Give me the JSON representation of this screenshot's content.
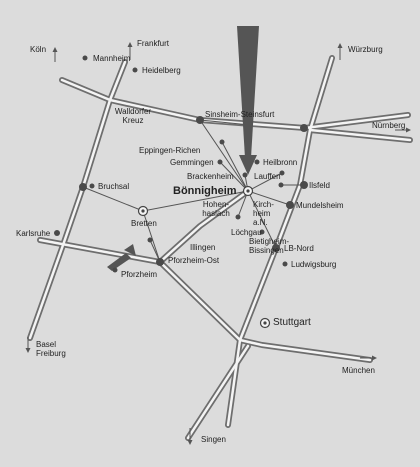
{
  "map": {
    "highlight": "Bönnigheim",
    "cities": {
      "koeln": "Köln",
      "mannheim": "Mannheim",
      "frankfurt": "Frankfurt",
      "heidelberg": "Heidelberg",
      "wuerzburg": "Würzburg",
      "nuernberg": "Nürnberg",
      "walldorfer_kreuz_1": "Walldorfer",
      "walldorfer_kreuz_2": "Kreuz",
      "sinsheim": "Sinsheim-Steinsfurt",
      "eppingen": "Eppingen-Richen",
      "gemmingen": "Gemmingen",
      "heilbronn": "Heilbronn",
      "brackenheim": "Brackenheim",
      "lauffen": "Lauffen",
      "ilsfeld": "Ilsfeld",
      "bruchsal": "Bruchsal",
      "hohenhaslach_1": "Hohen-",
      "hohenhaslach_2": "haslach",
      "kirchheim_1": "Kirch-",
      "kirchheim_2": "heim",
      "kirchheim_3": "a.N.",
      "mundelsheim": "Mundelsheim",
      "bretten": "Bretten",
      "karlsruhe": "Karlsruhe",
      "loechgau": "Löchgau",
      "bietigheim_1": "Bietigheim-",
      "bietigheim_2": "Bissingen",
      "illingen": "Illingen",
      "pforzheim_ost": "Pforzheim-Ost",
      "lb_nord": "LB-Nord",
      "ludwigsburg": "Ludwigsburg",
      "pforzheim": "Pforzheim",
      "stuttgart": "Stuttgart",
      "basel": "Basel",
      "freiburg": "Freiburg",
      "muenchen": "München",
      "singen": "Singen"
    },
    "colors": {
      "background": "#dcdcdc",
      "road_casing": "#6e6e6e",
      "road_fill": "#f4f4f4",
      "dot": "#4a4a4a",
      "arrow": "#555555"
    },
    "icons": [
      "location-dot-icon",
      "direction-arrow-icon",
      "north-arrow-icon",
      "route-pointer-icon"
    ]
  }
}
